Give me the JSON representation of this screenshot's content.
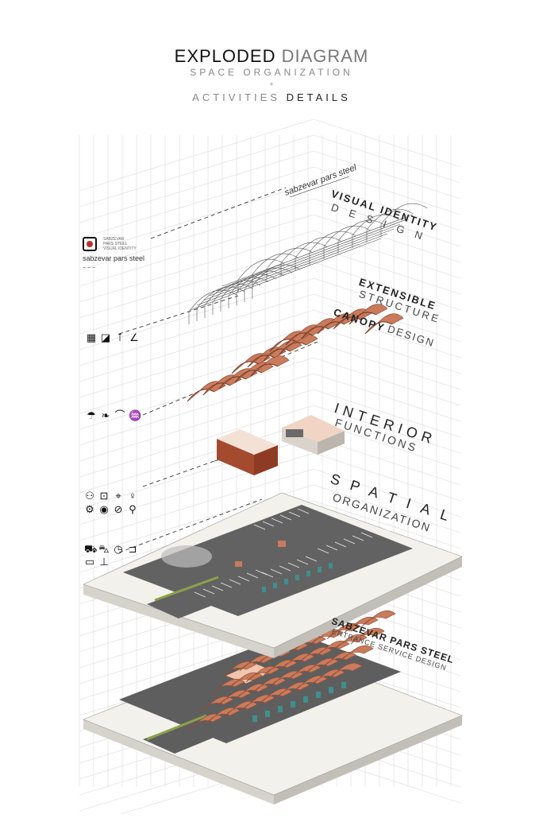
{
  "title": {
    "exploded": "EXPLODED",
    "diagram": "DIAGRAM",
    "line2": "SPACE ORGANIZATION",
    "plus": "+",
    "activities": "ACTIVITIES",
    "details": "DETAILS"
  },
  "layers": {
    "visual_identity": {
      "line1": "VISUAL IDENTITY",
      "line2": "DESIGN"
    },
    "extensible": {
      "line1": "EXTENSIBLE",
      "line2": "STRUCTURE"
    },
    "canopy": {
      "line1": "CANOPY",
      "line2": "DESIGN"
    },
    "interior": {
      "line1": "INTERIOR",
      "line2": "FUNCTIONS"
    },
    "spatial": {
      "line1": "SPATIAL",
      "line2": "ORGANIZATION"
    },
    "final": {
      "line1": "SABZEVAR PARS STEEL",
      "line2": "ENTRANCE SERVICE DESIGN"
    }
  },
  "signage": {
    "script": "sabzevar pars steel"
  },
  "logo": {
    "small1": "SABZEVAR",
    "small2": "PARS STEEL",
    "small3": "VISUAL IDENTITY",
    "name": "sabzevar pars steel"
  },
  "colors": {
    "copper": "#c97b5c",
    "copper_dark": "#8e4c36",
    "slab": "#f3f1ec",
    "asphalt": "#5e5e5e",
    "grid": "#d9d9d9",
    "green": "#8aa24a"
  },
  "icons": {
    "row1": [
      "building-icon",
      "stamp-icon",
      "tool-icon",
      "angle-icon"
    ],
    "row2": [
      "umbrella-icon",
      "leaf-icon",
      "arc-icon",
      "water-icon"
    ],
    "row3": [
      "people-icon",
      "door-icon",
      "cctv-icon",
      "toilet-icon"
    ],
    "row4": [
      "gear-icon",
      "safe-icon",
      "no-parking-icon",
      "pin-icon"
    ],
    "row5": [
      "car-icon",
      "truck-icon",
      "clock-icon",
      "gate-icon"
    ],
    "row6": [
      "bus-icon",
      "barrier-icon"
    ]
  }
}
